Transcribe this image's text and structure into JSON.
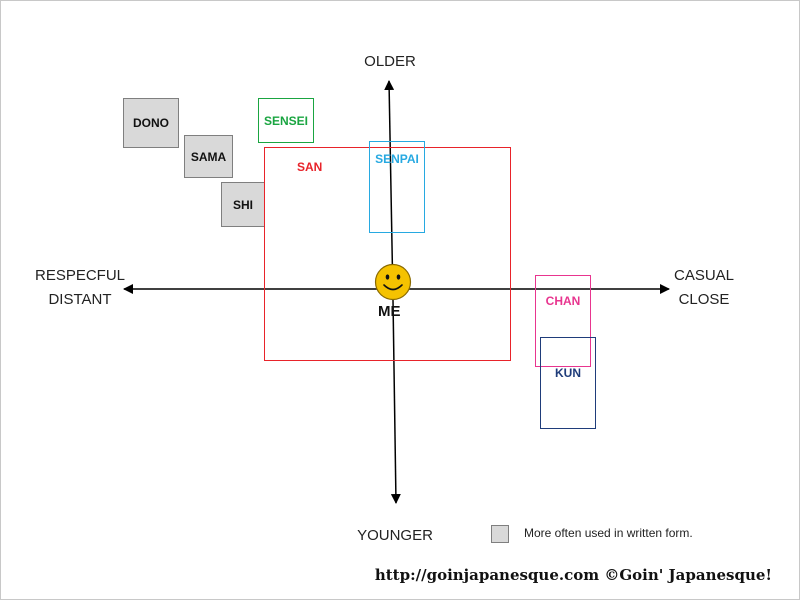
{
  "axes": {
    "top": "OLDER",
    "bottom": "YOUNGER",
    "left": [
      "RESPECFUL",
      "DISTANT"
    ],
    "right": [
      "CASUAL",
      "CLOSE"
    ]
  },
  "center": {
    "label": "ME",
    "icon": "smiley-face-icon",
    "face_color": "#f5c200"
  },
  "honorifics": {
    "dono": "DONO",
    "sama": "SAMA",
    "shi": "SHI",
    "sensei": "SENSEI",
    "san": "SAN",
    "senpai": "SENPAI",
    "chan": "CHAN",
    "kun": "KUN"
  },
  "colors": {
    "written_form_fill": "#d9d9d9",
    "sensei": "#1aa541",
    "san": "#e8232a",
    "senpai": "#27a9e1",
    "chan": "#e8358f",
    "kun": "#1f3c7a"
  },
  "legend": {
    "text": "More often used in written form."
  },
  "footer": "http://goinjapanesque.com ©Goin' Japanesque!"
}
